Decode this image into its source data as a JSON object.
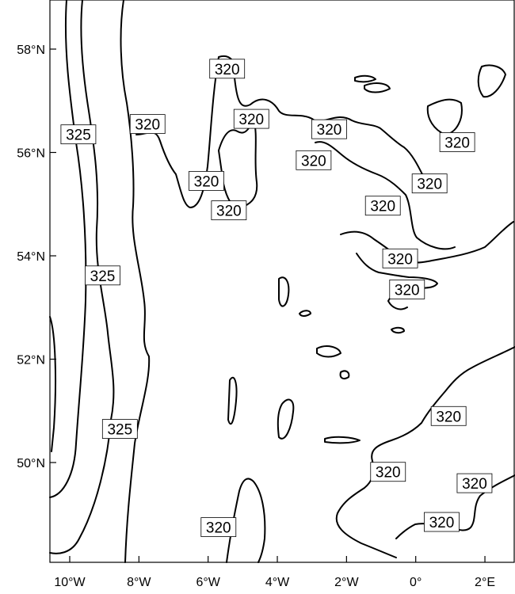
{
  "map": {
    "frame_color": "#000000",
    "line_color": "#000000",
    "lon_ticks": [
      {
        "label": "10°W",
        "lon": -10
      },
      {
        "label": "8°W",
        "lon": -8
      },
      {
        "label": "6°W",
        "lon": -6
      },
      {
        "label": "4°W",
        "lon": -4
      },
      {
        "label": "2°W",
        "lon": -2
      },
      {
        "label": "0°",
        "lon": 0
      },
      {
        "label": "2°E",
        "lon": 2
      }
    ],
    "lat_ticks": [
      {
        "label": "58°N",
        "lat": 58
      },
      {
        "label": "56°N",
        "lat": 56
      },
      {
        "label": "54°N",
        "lat": 54
      },
      {
        "label": "52°N",
        "lat": 52
      },
      {
        "label": "50°N",
        "lat": 50
      }
    ],
    "contour_labels": [
      {
        "text": "320",
        "lon": -5.45,
        "lat": 57.62
      },
      {
        "text": "325",
        "lon": -9.75,
        "lat": 56.35
      },
      {
        "text": "320",
        "lon": -7.75,
        "lat": 56.55
      },
      {
        "text": "320",
        "lon": -4.75,
        "lat": 56.65
      },
      {
        "text": "320",
        "lon": -2.5,
        "lat": 56.45
      },
      {
        "text": "320",
        "lon": 1.2,
        "lat": 56.2
      },
      {
        "text": "320",
        "lon": -2.95,
        "lat": 55.85
      },
      {
        "text": "320",
        "lon": 0.4,
        "lat": 55.4
      },
      {
        "text": "320",
        "lon": -6.05,
        "lat": 55.45
      },
      {
        "text": "320",
        "lon": -5.4,
        "lat": 54.88
      },
      {
        "text": "320",
        "lon": -0.95,
        "lat": 54.97
      },
      {
        "text": "320",
        "lon": -0.45,
        "lat": 53.95
      },
      {
        "text": "325",
        "lon": -9.05,
        "lat": 53.62
      },
      {
        "text": "320",
        "lon": -0.25,
        "lat": 53.35
      },
      {
        "text": "320",
        "lon": 0.95,
        "lat": 50.9
      },
      {
        "text": "325",
        "lon": -8.55,
        "lat": 50.65
      },
      {
        "text": "320",
        "lon": -0.8,
        "lat": 49.82
      },
      {
        "text": "320",
        "lon": 1.7,
        "lat": 49.6
      },
      {
        "text": "320",
        "lon": 0.75,
        "lat": 48.85
      },
      {
        "text": "320",
        "lon": -5.7,
        "lat": 48.75
      }
    ]
  }
}
